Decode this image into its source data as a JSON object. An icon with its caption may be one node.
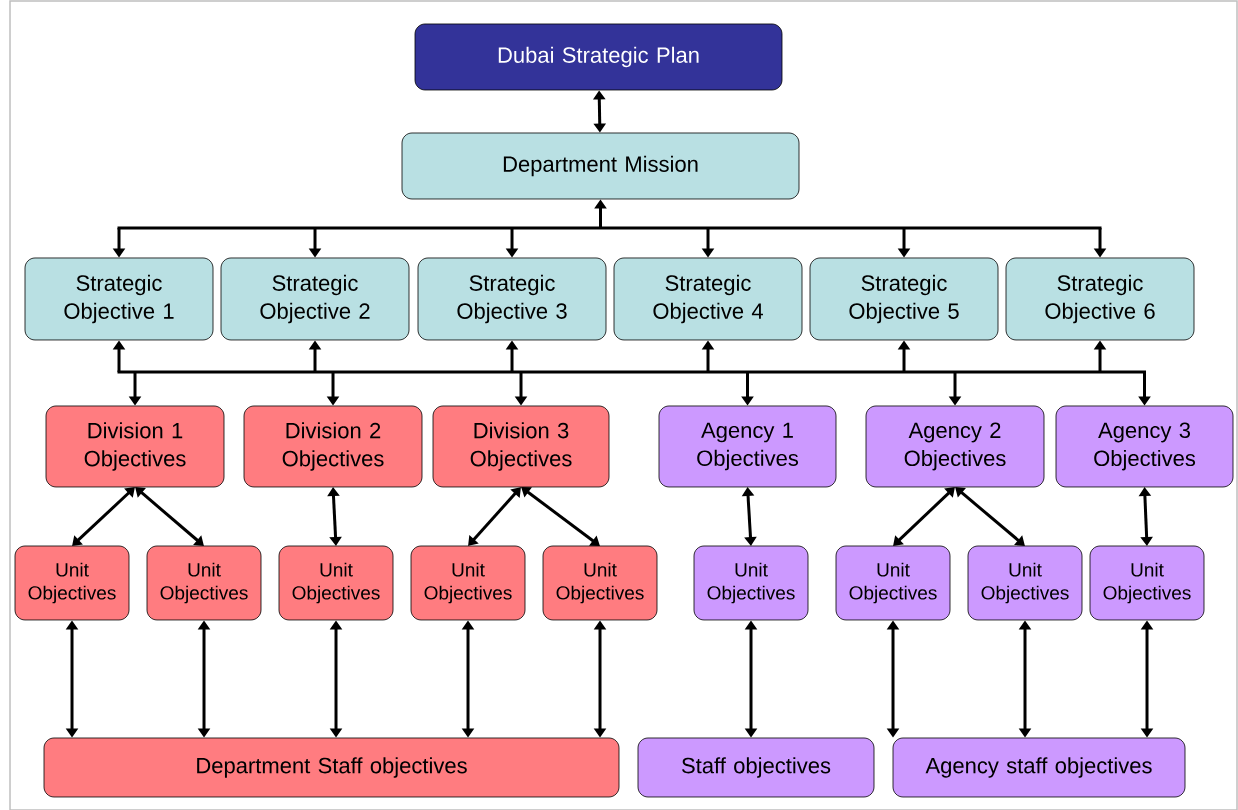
{
  "diagram": {
    "nodes": [
      {
        "text": [
          "Dubai Strategic Plan"
        ]
      },
      {
        "text": [
          "Department Mission"
        ]
      },
      {
        "text": [
          "Strategic Objective 1"
        ]
      },
      {
        "text": [
          "Strategic Objective 2"
        ]
      },
      {
        "text": [
          "Strategic Objective 3"
        ]
      },
      {
        "text": [
          "Strategic Objective 4"
        ]
      },
      {
        "text": [
          "Strategic Objective 5"
        ]
      },
      {
        "text": [
          "Strategic Objective 6"
        ]
      },
      {
        "text": [
          "Division 1 Objectives"
        ]
      },
      {
        "text": [
          "Division 2 Objectives"
        ]
      },
      {
        "text": [
          "Division 3 Objectives"
        ]
      },
      {
        "text": [
          "Agency 1 Objectives"
        ]
      },
      {
        "text": [
          "Agency 2 Objectives"
        ]
      },
      {
        "text": [
          "Agency 3 Objectives"
        ]
      },
      {
        "text": [
          "Unit Objectives"
        ]
      },
      {
        "text": [
          "Unit Objectives"
        ]
      },
      {
        "text": [
          "Unit Objectives"
        ]
      },
      {
        "text": [
          "Unit Objectives"
        ]
      },
      {
        "text": [
          "Unit Objectives"
        ]
      },
      {
        "text": [
          "Unit Objectives"
        ]
      },
      {
        "text": [
          "Unit Objectives"
        ]
      },
      {
        "text": [
          "Unit Objectives"
        ]
      },
      {
        "text": [
          "Unit Objectives"
        ]
      },
      {
        "text": [
          "Department Staff objectives"
        ]
      },
      {
        "text": [
          "Staff objectives"
        ]
      },
      {
        "text": [
          "Agency staff objectives"
        ]
      }
    ],
    "edges": [
      {
        "from": 0,
        "to": 1,
        "arrow": "both"
      },
      {
        "from": 1,
        "to": 2,
        "arrow": "both"
      },
      {
        "from": 1,
        "to": 3,
        "arrow": "both"
      },
      {
        "from": 1,
        "to": 4,
        "arrow": "both"
      },
      {
        "from": 1,
        "to": 5,
        "arrow": "both"
      },
      {
        "from": 1,
        "to": 6,
        "arrow": "both"
      },
      {
        "from": 1,
        "to": 7,
        "arrow": "both"
      },
      {
        "from": 2,
        "to": 8,
        "arrow": "both"
      },
      {
        "from": 2,
        "to": 9,
        "arrow": "both"
      },
      {
        "from": 2,
        "to": 10,
        "arrow": "both"
      },
      {
        "from": 2,
        "to": 11,
        "arrow": "both"
      },
      {
        "from": 2,
        "to": 12,
        "arrow": "both"
      },
      {
        "from": 2,
        "to": 13,
        "arrow": "both"
      },
      {
        "from": 3,
        "to": 8,
        "arrow": "both"
      },
      {
        "from": 3,
        "to": 9,
        "arrow": "both"
      },
      {
        "from": 3,
        "to": 10,
        "arrow": "both"
      },
      {
        "from": 3,
        "to": 11,
        "arrow": "both"
      },
      {
        "from": 3,
        "to": 12,
        "arrow": "both"
      },
      {
        "from": 3,
        "to": 13,
        "arrow": "both"
      },
      {
        "from": 4,
        "to": 8,
        "arrow": "both"
      },
      {
        "from": 4,
        "to": 9,
        "arrow": "both"
      },
      {
        "from": 4,
        "to": 10,
        "arrow": "both"
      },
      {
        "from": 4,
        "to": 11,
        "arrow": "both"
      },
      {
        "from": 4,
        "to": 12,
        "arrow": "both"
      },
      {
        "from": 4,
        "to": 13,
        "arrow": "both"
      },
      {
        "from": 5,
        "to": 8,
        "arrow": "both"
      },
      {
        "from": 5,
        "to": 9,
        "arrow": "both"
      },
      {
        "from": 5,
        "to": 10,
        "arrow": "both"
      },
      {
        "from": 5,
        "to": 11,
        "arrow": "both"
      },
      {
        "from": 5,
        "to": 12,
        "arrow": "both"
      },
      {
        "from": 5,
        "to": 13,
        "arrow": "both"
      },
      {
        "from": 6,
        "to": 8,
        "arrow": "both"
      },
      {
        "from": 6,
        "to": 9,
        "arrow": "both"
      },
      {
        "from": 6,
        "to": 10,
        "arrow": "both"
      },
      {
        "from": 6,
        "to": 11,
        "arrow": "both"
      },
      {
        "from": 6,
        "to": 12,
        "arrow": "both"
      },
      {
        "from": 6,
        "to": 13,
        "arrow": "both"
      },
      {
        "from": 7,
        "to": 8,
        "arrow": "both"
      },
      {
        "from": 7,
        "to": 9,
        "arrow": "both"
      },
      {
        "from": 7,
        "to": 10,
        "arrow": "both"
      },
      {
        "from": 7,
        "to": 11,
        "arrow": "both"
      },
      {
        "from": 7,
        "to": 12,
        "arrow": "both"
      },
      {
        "from": 7,
        "to": 13,
        "arrow": "both"
      },
      {
        "from": 8,
        "to": 14,
        "arrow": "both"
      },
      {
        "from": 8,
        "to": 15,
        "arrow": "both"
      },
      {
        "from": 9,
        "to": 16,
        "arrow": "both"
      },
      {
        "from": 10,
        "to": 17,
        "arrow": "both"
      },
      {
        "from": 10,
        "to": 18,
        "arrow": "both"
      },
      {
        "from": 11,
        "to": 19,
        "arrow": "both"
      },
      {
        "from": 12,
        "to": 20,
        "arrow": "both"
      },
      {
        "from": 12,
        "to": 21,
        "arrow": "both"
      },
      {
        "from": 13,
        "to": 22,
        "arrow": "both"
      },
      {
        "from": 14,
        "to": 23,
        "arrow": "both"
      },
      {
        "from": 15,
        "to": 23,
        "arrow": "both"
      },
      {
        "from": 16,
        "to": 23,
        "arrow": "both"
      },
      {
        "from": 17,
        "to": 23,
        "arrow": "both"
      },
      {
        "from": 18,
        "to": 23,
        "arrow": "both"
      },
      {
        "from": 19,
        "to": 24,
        "arrow": "both"
      },
      {
        "from": 20,
        "to": 25,
        "arrow": "both"
      },
      {
        "from": 21,
        "to": 25,
        "arrow": "both"
      },
      {
        "from": 22,
        "to": 25,
        "arrow": "both"
      }
    ]
  }
}
